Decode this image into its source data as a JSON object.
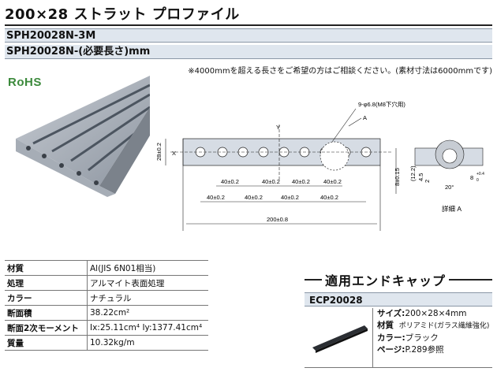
{
  "title": "200×28  ストラット プロファイル",
  "part_numbers": [
    "SPH20028N-3M",
    "SPH20028N-(必要長さ)mm"
  ],
  "note": "※4000mmを超える長さをご希望の方はご相談ください。(素材寸法は6000mmです)",
  "rohs": "RoHS",
  "drawing": {
    "hole_note": "9-φ6.8(M8下穴用)",
    "label_a": "A",
    "label_x": "X",
    "label_y": "Y",
    "dim_height": "28±0.2",
    "dim_40": [
      "40±0.2",
      "40±0.2",
      "40±0.2",
      "40±0.2"
    ],
    "dim_40_lower": [
      "40±0.2",
      "40±0.2",
      "40±0.2",
      "40±0.2"
    ],
    "dim_total": "200±0.8",
    "dim_right": "8±0.15",
    "detail_dims": [
      "(12.2)",
      "4.5",
      "2",
      "20°",
      "8",
      "+0.4",
      "0"
    ],
    "detail_label": "詳細 A"
  },
  "specs": [
    {
      "label": "材質",
      "value": "Al(JIS 6N01相当)"
    },
    {
      "label": "処理",
      "value": "アルマイト表面処理"
    },
    {
      "label": "カラー",
      "value": "ナチュラル"
    },
    {
      "label": "断面積",
      "value": "38.22cm²"
    },
    {
      "label": "断面2次モーメント",
      "value": "Ix:25.11cm⁴  Iy:1377.41cm⁴"
    },
    {
      "label": "質量",
      "value": "10.32kg/m"
    }
  ],
  "endcap": {
    "heading": "適用エンドキャップ",
    "part": "ECP20028",
    "specs": [
      {
        "label": "サイズ:",
        "value": "200×28×4mm"
      },
      {
        "label": "材質",
        "value": "ポリアミド(ガラス繊維強化)"
      },
      {
        "label": "カラー:",
        "value": "ブラック"
      },
      {
        "label": "ページ:",
        "value": "P.289参照"
      }
    ]
  }
}
